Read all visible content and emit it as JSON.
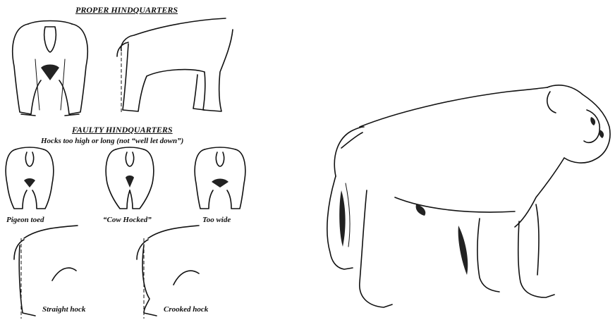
{
  "proper": {
    "heading": "PROPER HINDQUARTERS"
  },
  "faulty": {
    "heading": "FAULTY HINDQUARTERS",
    "subheading": "Hocks too high or long (not “well let down”)",
    "rear_labels": [
      "Pigeon toed",
      "“Cow Hocked”",
      "Too wide"
    ],
    "side_labels": [
      "Straight hock",
      "Crooked hock"
    ]
  }
}
